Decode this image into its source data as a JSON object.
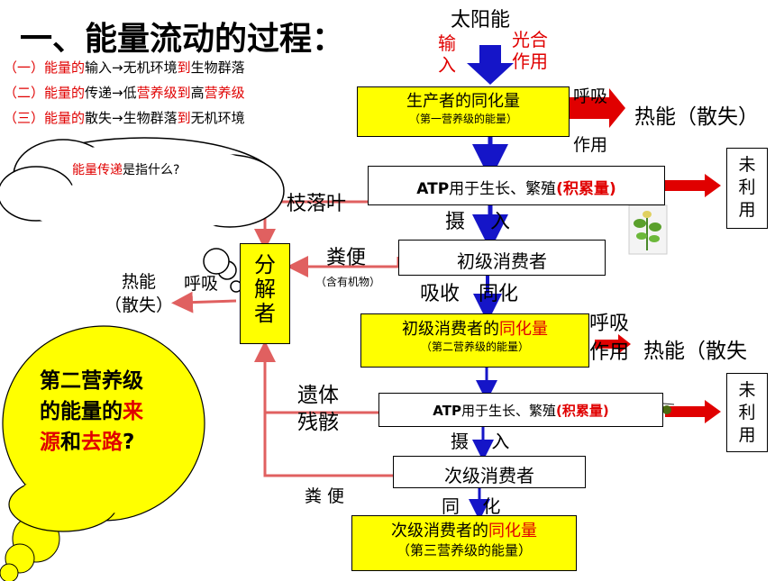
{
  "title": "一、能量流动的过程：",
  "outline": [
    {
      "prefix": "（一）",
      "red1": "能量的",
      "black1": "输入→无机环境",
      "red2": "到",
      "black2": "生物群落"
    },
    {
      "prefix": "（二）",
      "red1": "能量的",
      "black1": "传递→低",
      "red2": "营养级到",
      "black2": "高",
      "red3": "营养级"
    },
    {
      "prefix": "（三）",
      "red1": "能量的",
      "black1": "散失→生物群落",
      "red2": "到",
      "black2": "无机环境"
    }
  ],
  "sun": {
    "label": "太阳能",
    "left": "输\n入",
    "right": "光合\n作用"
  },
  "producer": {
    "main": "生产者的同化量",
    "sub": "（第一营养级的能量）"
  },
  "resp1": {
    "label": "呼吸\n作用",
    "heat": "热能（散失）"
  },
  "atp1": {
    "prefix": "ATP",
    "text": "用于生长、繁殖",
    "red": "(积累量)"
  },
  "unused": "未\n利\n用",
  "intake1": "摄    入",
  "branch_litter": "枝落叶",
  "primary": "初级消费者",
  "feces1": {
    "label": "粪便",
    "sub": "（含有机物）"
  },
  "absorb": "吸收   同化",
  "primary_assim": {
    "main_black": "初级消费者的",
    "main_red": "同化量",
    "sub": "（第二营养级的能量）"
  },
  "resp2": {
    "label": "呼吸\n作用",
    "heat": "热能（散失"
  },
  "decomposer": "分\n解\n者",
  "decomposer_heat": {
    "label": "热能\n（散失）",
    "resp": "呼吸"
  },
  "remains": "遗体\n残骸",
  "atp2": {
    "prefix": "ATP",
    "text": "用于生长、繁殖",
    "red": "(积累量)"
  },
  "intake2": "摄    入",
  "secondary": "次级消费者",
  "feces2": "粪 便",
  "assim2": "同    化",
  "secondary_assim": {
    "main_black": "次级消费者的",
    "main_red": "同化量",
    "sub": "（第三营养级的能量）"
  },
  "cloud_q": {
    "red": "能量传递",
    "black": "是指什么?"
  },
  "bubble": {
    "line1": "第二营养级",
    "line2_black": "的能量的",
    "line2_red": "来",
    "line3_red1": "源",
    "line3_black": "和",
    "line3_red2": "去路",
    "line3_end": "?"
  },
  "colors": {
    "red": "#e00000",
    "yellow": "#ffff00",
    "blue": "#1515c8",
    "arrow_red": "#e00000",
    "feces_arrow": "#e06060"
  }
}
